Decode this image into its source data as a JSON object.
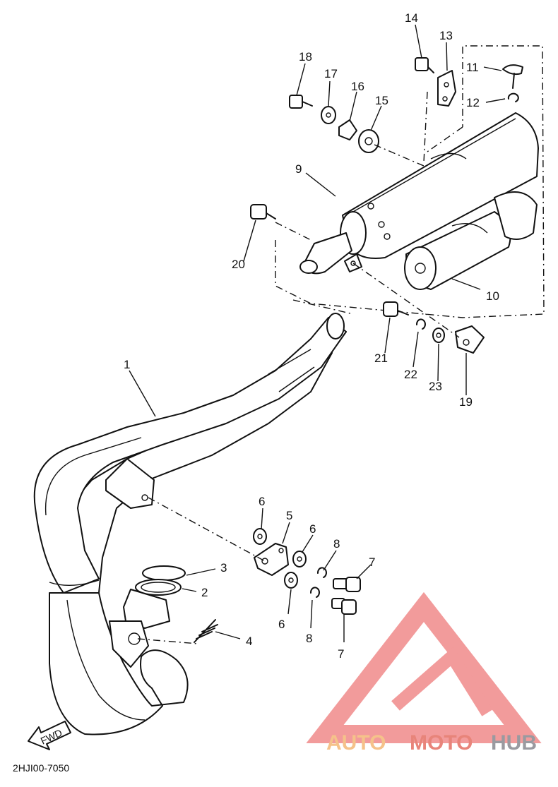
{
  "diagram_code": "2HJI00-7050",
  "fwd_label": "FWD",
  "watermark": {
    "auto": "AUTO",
    "moto": "MOTO",
    "hub": "HUB",
    "color_auto": "#f5c28a",
    "color_moto": "#e8847a",
    "color_hub": "#9a9aa0",
    "logo_color": "#f08a8a"
  },
  "callouts": [
    {
      "id": "c1",
      "text": "1"
    },
    {
      "id": "c2",
      "text": "2"
    },
    {
      "id": "c3",
      "text": "3"
    },
    {
      "id": "c4",
      "text": "4"
    },
    {
      "id": "c5",
      "text": "5"
    },
    {
      "id": "c6a",
      "text": "6"
    },
    {
      "id": "c6b",
      "text": "6"
    },
    {
      "id": "c6c",
      "text": "6"
    },
    {
      "id": "c7a",
      "text": "7"
    },
    {
      "id": "c7b",
      "text": "7"
    },
    {
      "id": "c8a",
      "text": "8"
    },
    {
      "id": "c8b",
      "text": "8"
    },
    {
      "id": "c9",
      "text": "9"
    },
    {
      "id": "c10",
      "text": "10"
    },
    {
      "id": "c11",
      "text": "11"
    },
    {
      "id": "c12",
      "text": "12"
    },
    {
      "id": "c13",
      "text": "13"
    },
    {
      "id": "c14",
      "text": "14"
    },
    {
      "id": "c15",
      "text": "15"
    },
    {
      "id": "c16",
      "text": "16"
    },
    {
      "id": "c17",
      "text": "17"
    },
    {
      "id": "c18",
      "text": "18"
    },
    {
      "id": "c19",
      "text": "19"
    },
    {
      "id": "c20",
      "text": "20"
    },
    {
      "id": "c21",
      "text": "21"
    },
    {
      "id": "c22",
      "text": "22"
    },
    {
      "id": "c23",
      "text": "23"
    }
  ]
}
